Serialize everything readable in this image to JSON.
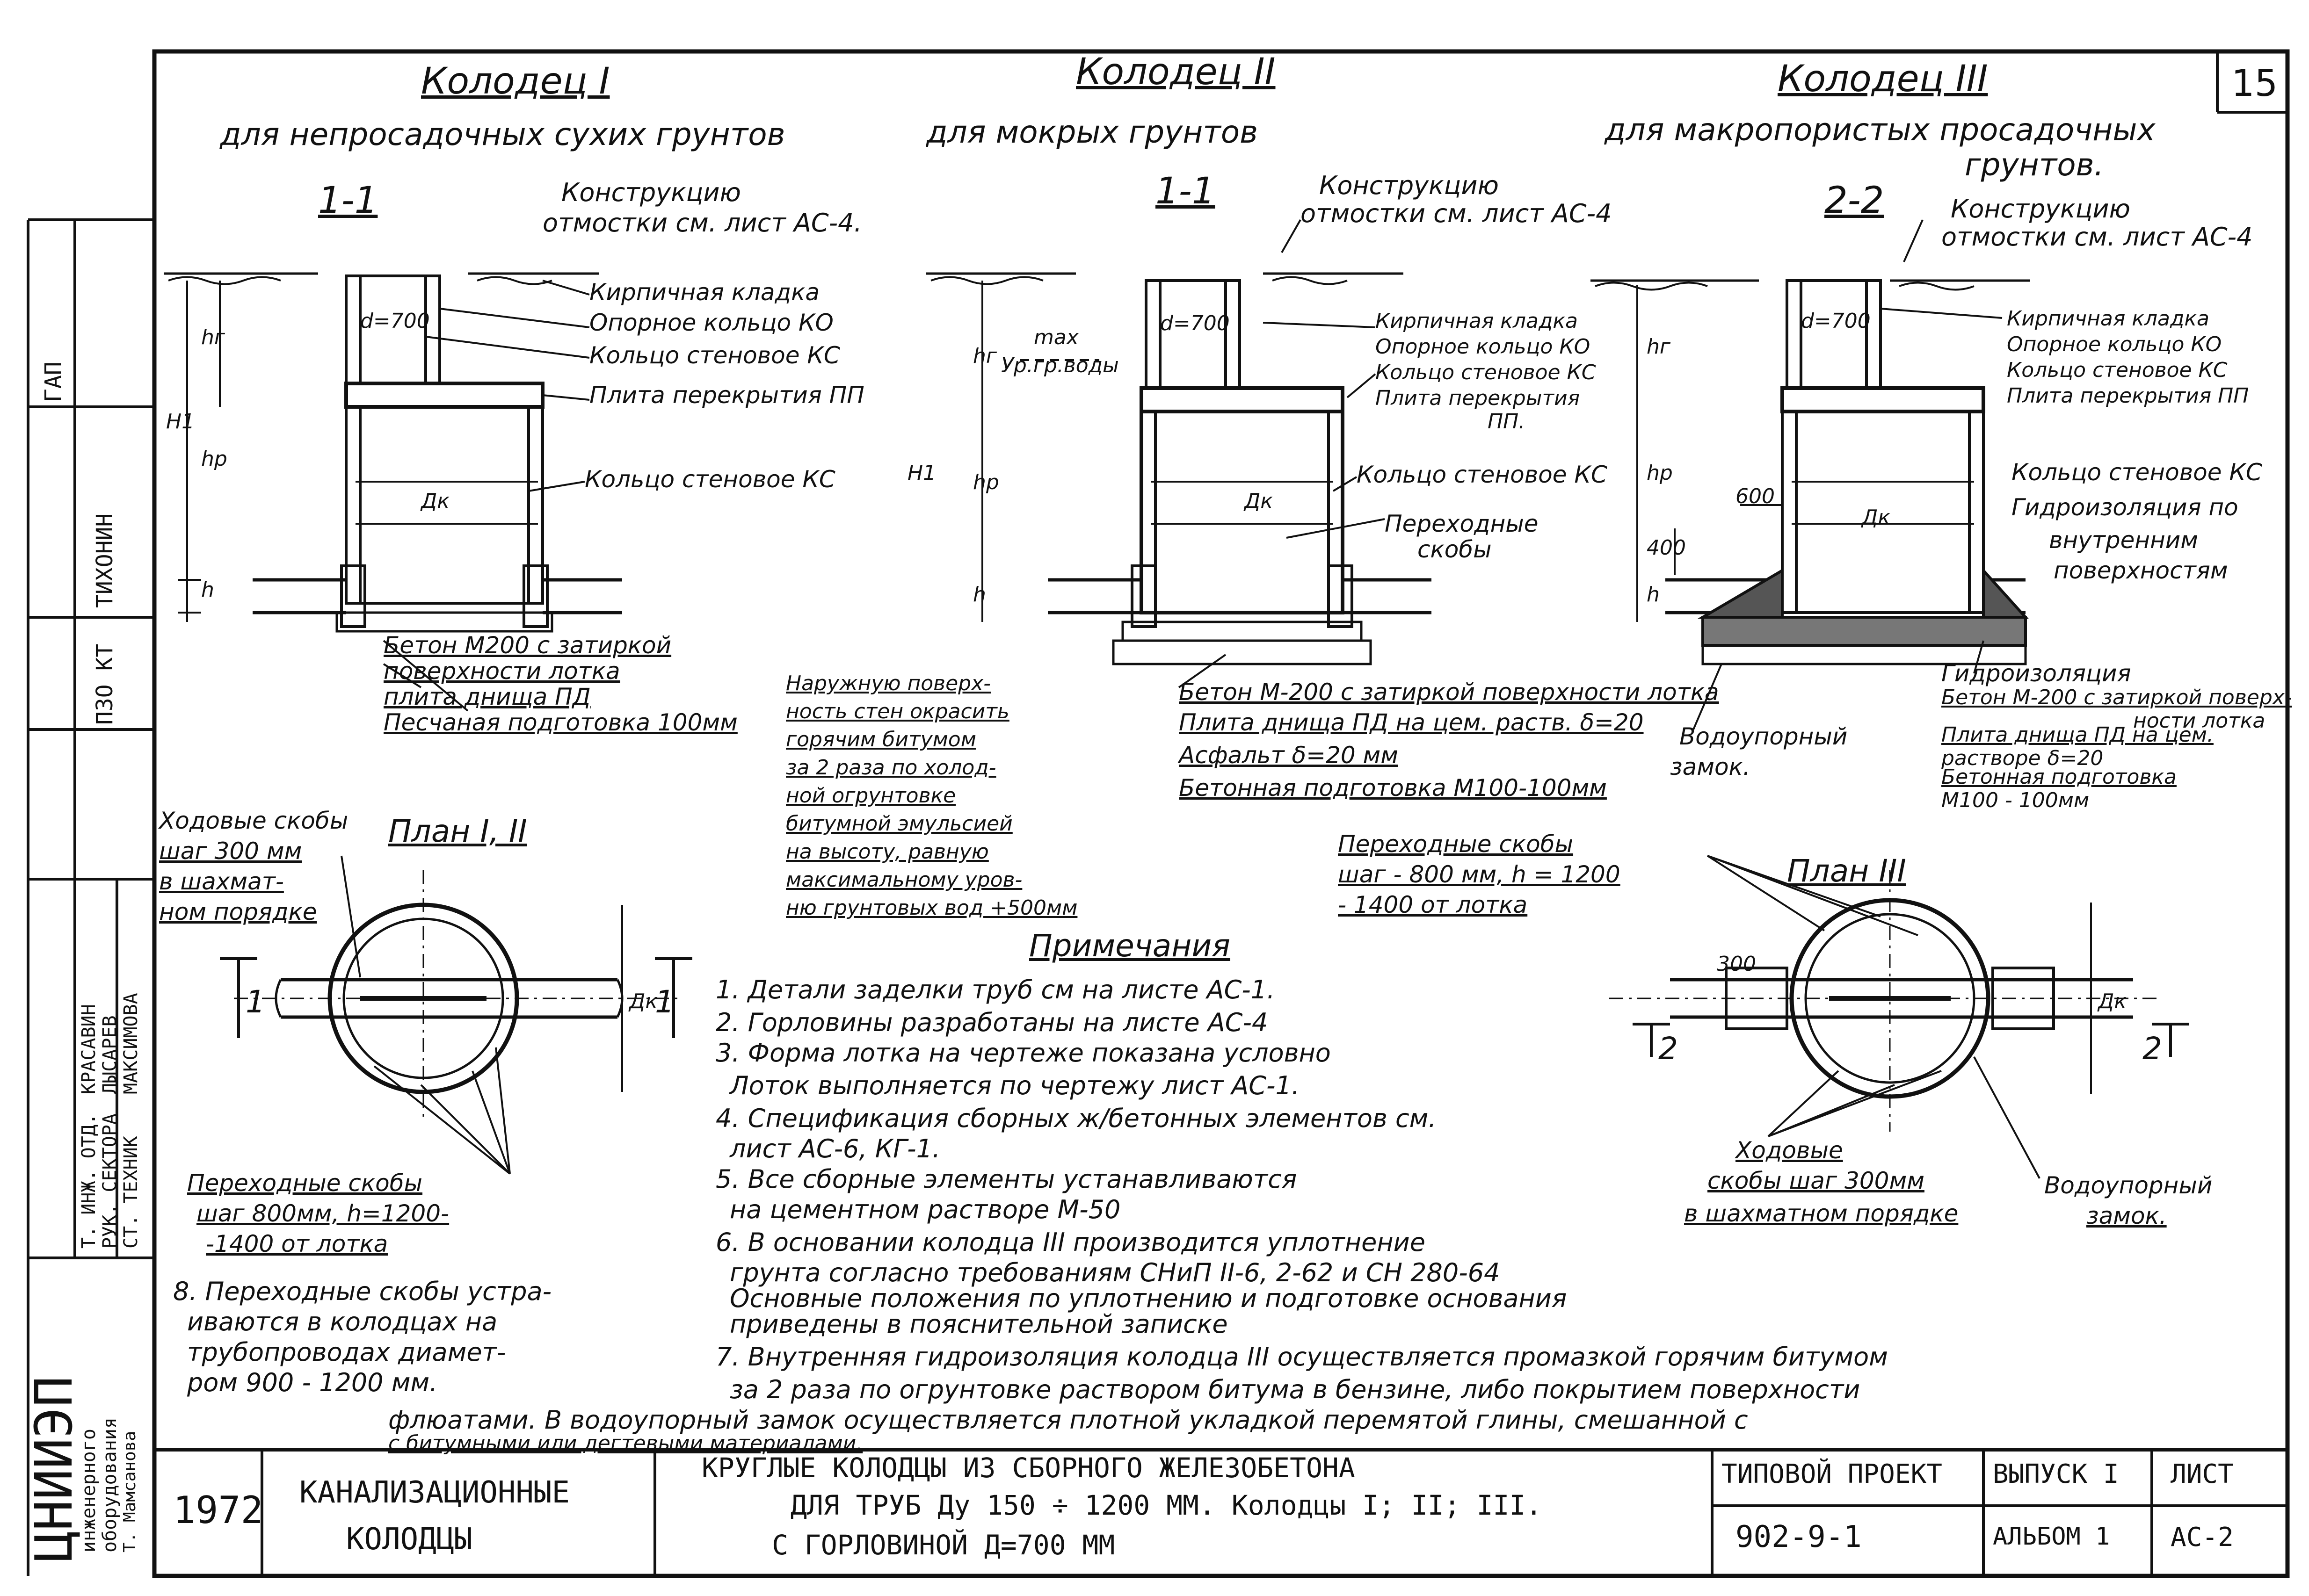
{
  "sheet_number": "15",
  "headers": {
    "well1_title": "Колодец I",
    "well2_title": "Колодец II",
    "well3_title": "Колодец III",
    "well1_sub": "для непросадочных сухих грунтов",
    "well2_sub": "для мокрых грунтов",
    "well3_sub1": "для макропористых просадочных",
    "well3_sub2": "грунтов."
  },
  "section1": {
    "label": "1-1",
    "note1": "Конструкцию",
    "note2": "отмостки см. лист АС-4.",
    "callouts": [
      "Кирпичная кладка",
      "Опорное кольцо КО",
      "Кольцо стеновое КС",
      "Плита перекрытия ПП",
      "Кольцо стеновое КС"
    ],
    "dims": [
      "d=700",
      "Н1",
      "hг",
      "hр",
      "h",
      "Дк"
    ],
    "bottom": [
      "Бетон М200 с затиркой",
      "поверхности лотка",
      "плита днища ПД",
      "Песчаная подготовка 100мм"
    ]
  },
  "section2": {
    "label": "1-1",
    "note1": "Конструкцию",
    "note2": "отмостки см. лист АС-4",
    "callouts": [
      "Кирпичная кладка",
      "Опорное кольцо КО",
      "Кольцо стеновое КС",
      "Плита перекрытия",
      "ПП.",
      "Кольцо стеновое КС",
      "Переходные",
      "скобы"
    ],
    "dims": [
      "d=700",
      "max",
      "Ур.гр.воды",
      "Н1",
      "hг",
      "hр",
      "h",
      "Дк"
    ],
    "bottom": [
      "Бетон М-200 с затиркой поверхности лотка",
      "Плита днища ПД на цем. раств. δ=20",
      "Асфальт δ=20 мм",
      "Бетонная подготовка М100-100мм"
    ],
    "paint_note": [
      "Наружную поверх-",
      "ность стен окрасить",
      "горячим битумом",
      "за 2 раза по холод-",
      "ной огрунтовке",
      "битумной эмульсией",
      "на высоту, равную",
      "максимальному уров-",
      "ню грунтовых вод +500мм"
    ]
  },
  "section3": {
    "label": "2-2",
    "note1": "Конструкцию",
    "note2": "отмостки см. лист АС-4",
    "callouts": [
      "Кирпичная кладка",
      "Опорное кольцо КО",
      "Кольцо стеновое КС",
      "Плита перекрытия ПП",
      "Кольцо стеновое КС",
      "Гидроизоляция по",
      "внутренним",
      "поверхностям"
    ],
    "dims": [
      "d=700",
      "hг",
      "hр",
      "h",
      "600",
      "400",
      "Дк"
    ],
    "bottom": [
      "Гидроизоляция",
      "Бетон М-200 с затиркой поверх-",
      "ности лотка",
      "Плита днища ПД на цем.",
      "растворе δ=20",
      "Бетонная подготовка",
      "М100 - 100мм"
    ],
    "lock": [
      "Водоупорный",
      "замок."
    ]
  },
  "plan12": {
    "title": "План I, II",
    "steps": [
      "Ходовые скобы",
      "шаг 300 мм",
      "в шахмат-",
      "ном порядке"
    ],
    "transition": [
      "Переходные скобы",
      "шаг 800мм, h=1200-",
      "-1400 от лотка"
    ],
    "cut_left": "1",
    "cut_right": "1",
    "dk": "Дк"
  },
  "plan3": {
    "title": "План III",
    "transition": [
      "Переходные скобы",
      "шаг - 800 мм, h = 1200",
      "- 1400 от лотка"
    ],
    "steps": [
      "Ходовые",
      "скобы шаг 300мм",
      "в шахматном порядке"
    ],
    "lock": [
      "Водоупорный",
      "замок."
    ],
    "cut_left": "2",
    "cut_right": "2",
    "dim300": "300",
    "dk": "Дк"
  },
  "notes": {
    "title": "Примечания",
    "items": [
      "1. Детали заделки труб см на листе АС-1.",
      "2. Горловины разработаны на листе АС-4",
      "3. Форма лотка на чертеже показана условно",
      "Лоток выполняется по чертежу лист АС-1.",
      "4. Спецификация сборных ж/бетонных элементов см.",
      "лист АС-6, КГ-1.",
      "5. Все сборные элементы устанавливаются",
      "на цементном растворе М-50",
      "6. В основании колодца III производится уплотнение",
      "грунта согласно требованиям СНиП II-6, 2-62 и СН 280-64",
      "Основные положения по уплотнению и подготовке основания",
      "приведены в пояснительной записке",
      "7. Внутренняя гидроизоляция колодца III осуществляется промазкой горячим битумом",
      "за 2 раза по огрунтовке раствором битума в бензине, либо покрытием поверхности",
      "флюатами. В водоупорный замок осуществляется плотной укладкой перемятой глины, смешанной с",
      "с битумными или дегтевыми материалами."
    ],
    "item8": [
      "8. Переходные скобы устра-",
      "иваются в колодцах на",
      "трубопроводах диамет-",
      "ром 900 - 1200 мм."
    ]
  },
  "title_block": {
    "org": [
      "ЦНИИЭП",
      "инженерного",
      "оборудования",
      "Т. Мамсанова"
    ],
    "year": "1972",
    "subject": [
      "КАНАЛИЗАЦИОННЫЕ",
      "КОЛОДЦЫ"
    ],
    "drawing": [
      "КРУГЛЫЕ КОЛОДЦЫ ИЗ СБОРНОГО ЖЕЛЕЗОБЕТОНА",
      "ДЛЯ ТРУБ Ду 150 ÷ 1200 ММ. Колодцы I; II; III.",
      "С ГОРЛОВИНОЙ Д=700 ММ"
    ],
    "project_label": "ТИПОВОЙ ПРОЕКТ",
    "project_number": "902-9-1",
    "issue_label": "ВЫПУСК I",
    "album": "АЛЬБОМ 1",
    "sheet_label": "ЛИСТ",
    "sheet_code": "АС-2"
  },
  "side_stamp": {
    "rows": [
      "Т. ИНЖ. ОТД.",
      "РУК. СЕКТОРА",
      "СТ. ТЕХНИК"
    ],
    "names": [
      "КРАСАВИН",
      "ЛЫСАРЕВ",
      "МАКСИМОВА"
    ],
    "post1": "ГАП",
    "post1_name": "ТИХОНИН",
    "post2": "ПЗО КТ"
  }
}
